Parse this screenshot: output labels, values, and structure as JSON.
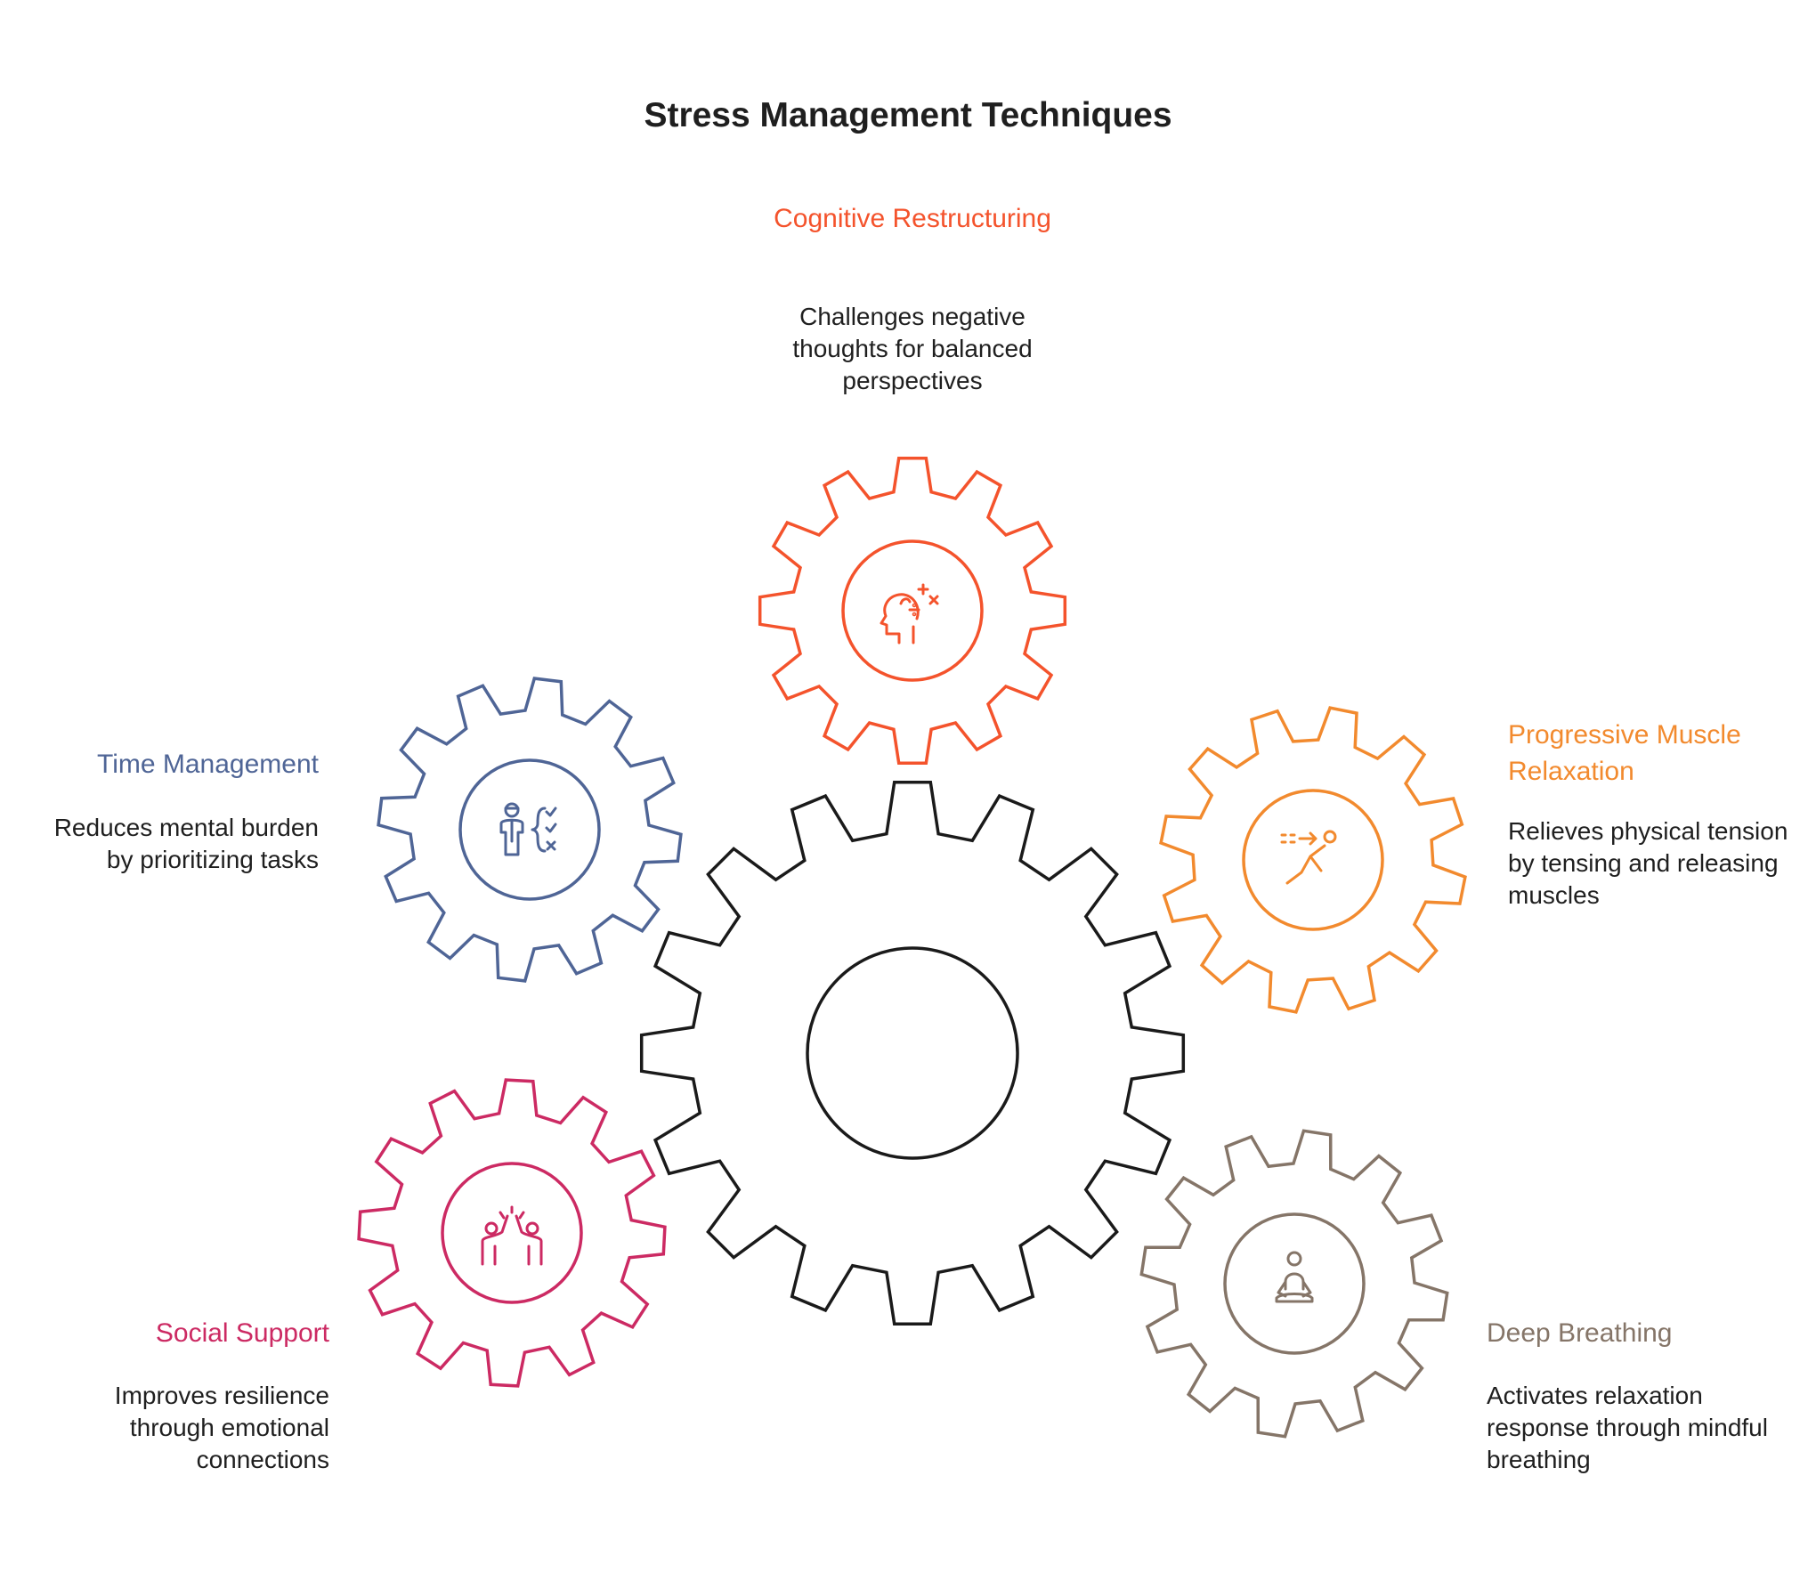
{
  "title": "Stress Management Techniques",
  "colors": {
    "center": "#1a1a1a",
    "cognitive": "#f4532c",
    "time": "#4f6596",
    "pmr": "#f28a2e",
    "social": "#cc2a63",
    "breathing": "#857568"
  },
  "techniques": [
    {
      "label": "Cognitive Restructuring",
      "description": "Challenges negative thoughts for balanced perspectives",
      "icon": "head-math-icon"
    },
    {
      "label": "Time Management",
      "description": "Reduces mental burden by prioritizing tasks",
      "icon": "person-checklist-icon"
    },
    {
      "label": "Progressive Muscle Relaxation",
      "description": "Relieves physical tension by tensing and releasing muscles",
      "icon": "reclining-person-icon"
    },
    {
      "label": "Social Support",
      "description": "Improves resilience through emotional connections",
      "icon": "high-five-icon"
    },
    {
      "label": "Deep Breathing",
      "description": "Activates relaxation response through mindful breathing",
      "icon": "meditation-icon"
    }
  ]
}
